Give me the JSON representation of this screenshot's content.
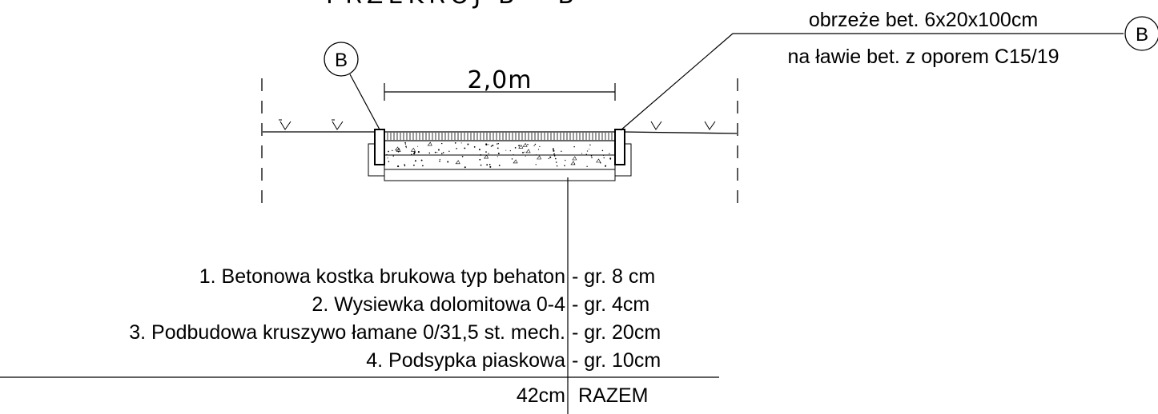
{
  "section_title": "PRZEKRÓJ B - B",
  "callout": {
    "marker": "B",
    "line1": "obrzeże bet. 6x20x100cm",
    "line2": "na ławie bet. z oporem C15/19"
  },
  "dimension": {
    "label": "2,0m"
  },
  "layers": [
    {
      "name": "1. Betonowa kostka brukowa typ behaton",
      "thickness": "- gr. 8 cm"
    },
    {
      "name": "2. Wysiewka dolomitowa 0-4",
      "thickness": "- gr. 4cm"
    },
    {
      "name": "3. Podbudowa kruszywo łamane 0/31,5 st. mech.",
      "thickness": "- gr. 20cm"
    },
    {
      "name": "4. Podsypka piaskowa",
      "thickness": "- gr. 10cm"
    }
  ],
  "total": {
    "value": "42cm",
    "label": "RAZEM"
  },
  "colors": {
    "line": "#000000",
    "background": "#ffffff"
  }
}
